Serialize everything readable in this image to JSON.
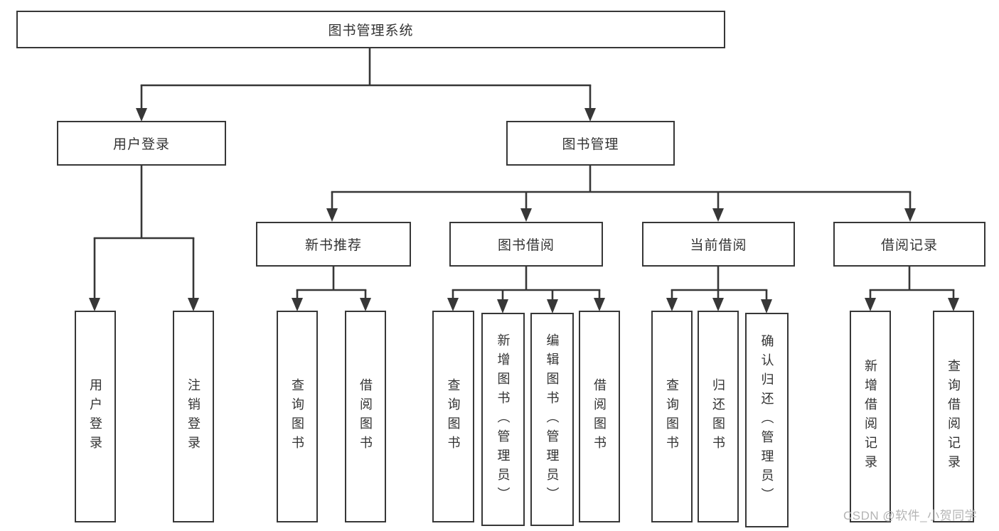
{
  "tree": {
    "root": {
      "label": "图书管理系统"
    },
    "children": [
      {
        "label": "用户登录",
        "leaves": [
          {
            "label": "用户登录"
          },
          {
            "label": "注销登录"
          }
        ]
      },
      {
        "label": "图书管理",
        "children": [
          {
            "label": "新书推荐",
            "leaves": [
              {
                "label": "查询图书"
              },
              {
                "label": "借阅图书"
              }
            ]
          },
          {
            "label": "图书借阅",
            "leaves": [
              {
                "label": "查询图书"
              },
              {
                "label": "新增图书（管理员）"
              },
              {
                "label": "编辑图书（管理员）"
              },
              {
                "label": "借阅图书"
              }
            ]
          },
          {
            "label": "当前借阅",
            "leaves": [
              {
                "label": "查询图书"
              },
              {
                "label": "归还图书"
              },
              {
                "label": "确认归还（管理员）"
              }
            ]
          },
          {
            "label": "借阅记录",
            "leaves": [
              {
                "label": "新增借阅记录"
              },
              {
                "label": "查询借阅记录"
              }
            ]
          }
        ]
      }
    ]
  },
  "watermark": {
    "text": "CSDN @软件_小贺同学"
  },
  "colors": {
    "line": "#373737",
    "text": "#333333",
    "watermark": "#b4b4b4",
    "background": "#ffffff"
  }
}
